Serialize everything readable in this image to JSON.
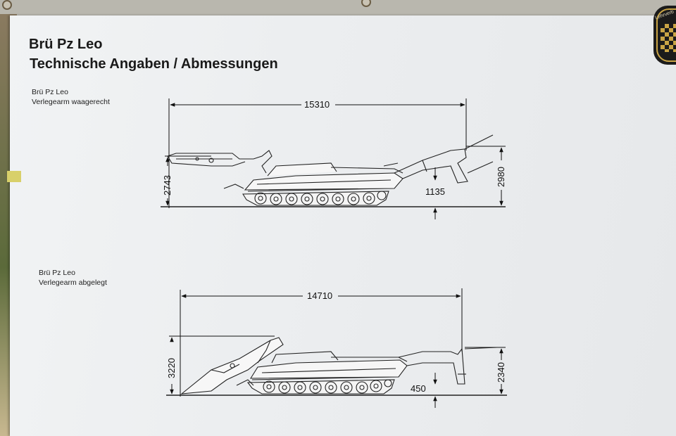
{
  "sheet": {
    "title_line1": "Brü Pz Leo",
    "title_line2": "Technische Angaben / Abmessungen"
  },
  "emblem": {
    "text": "Lehrverb"
  },
  "view_top": {
    "caption_line1": "Brü Pz Leo",
    "caption_line2": "Verlegearm waagerecht",
    "dim_length": "15310",
    "dim_height": "2743",
    "dim_clearance": "1135",
    "dim_arm_height": "2980"
  },
  "view_bottom": {
    "caption_line1": "Brü Pz Leo",
    "caption_line2": "Verlegearm abgelegt",
    "dim_length": "14710",
    "dim_height": "3220",
    "dim_clearance": "450",
    "dim_arm_height": "2340"
  }
}
